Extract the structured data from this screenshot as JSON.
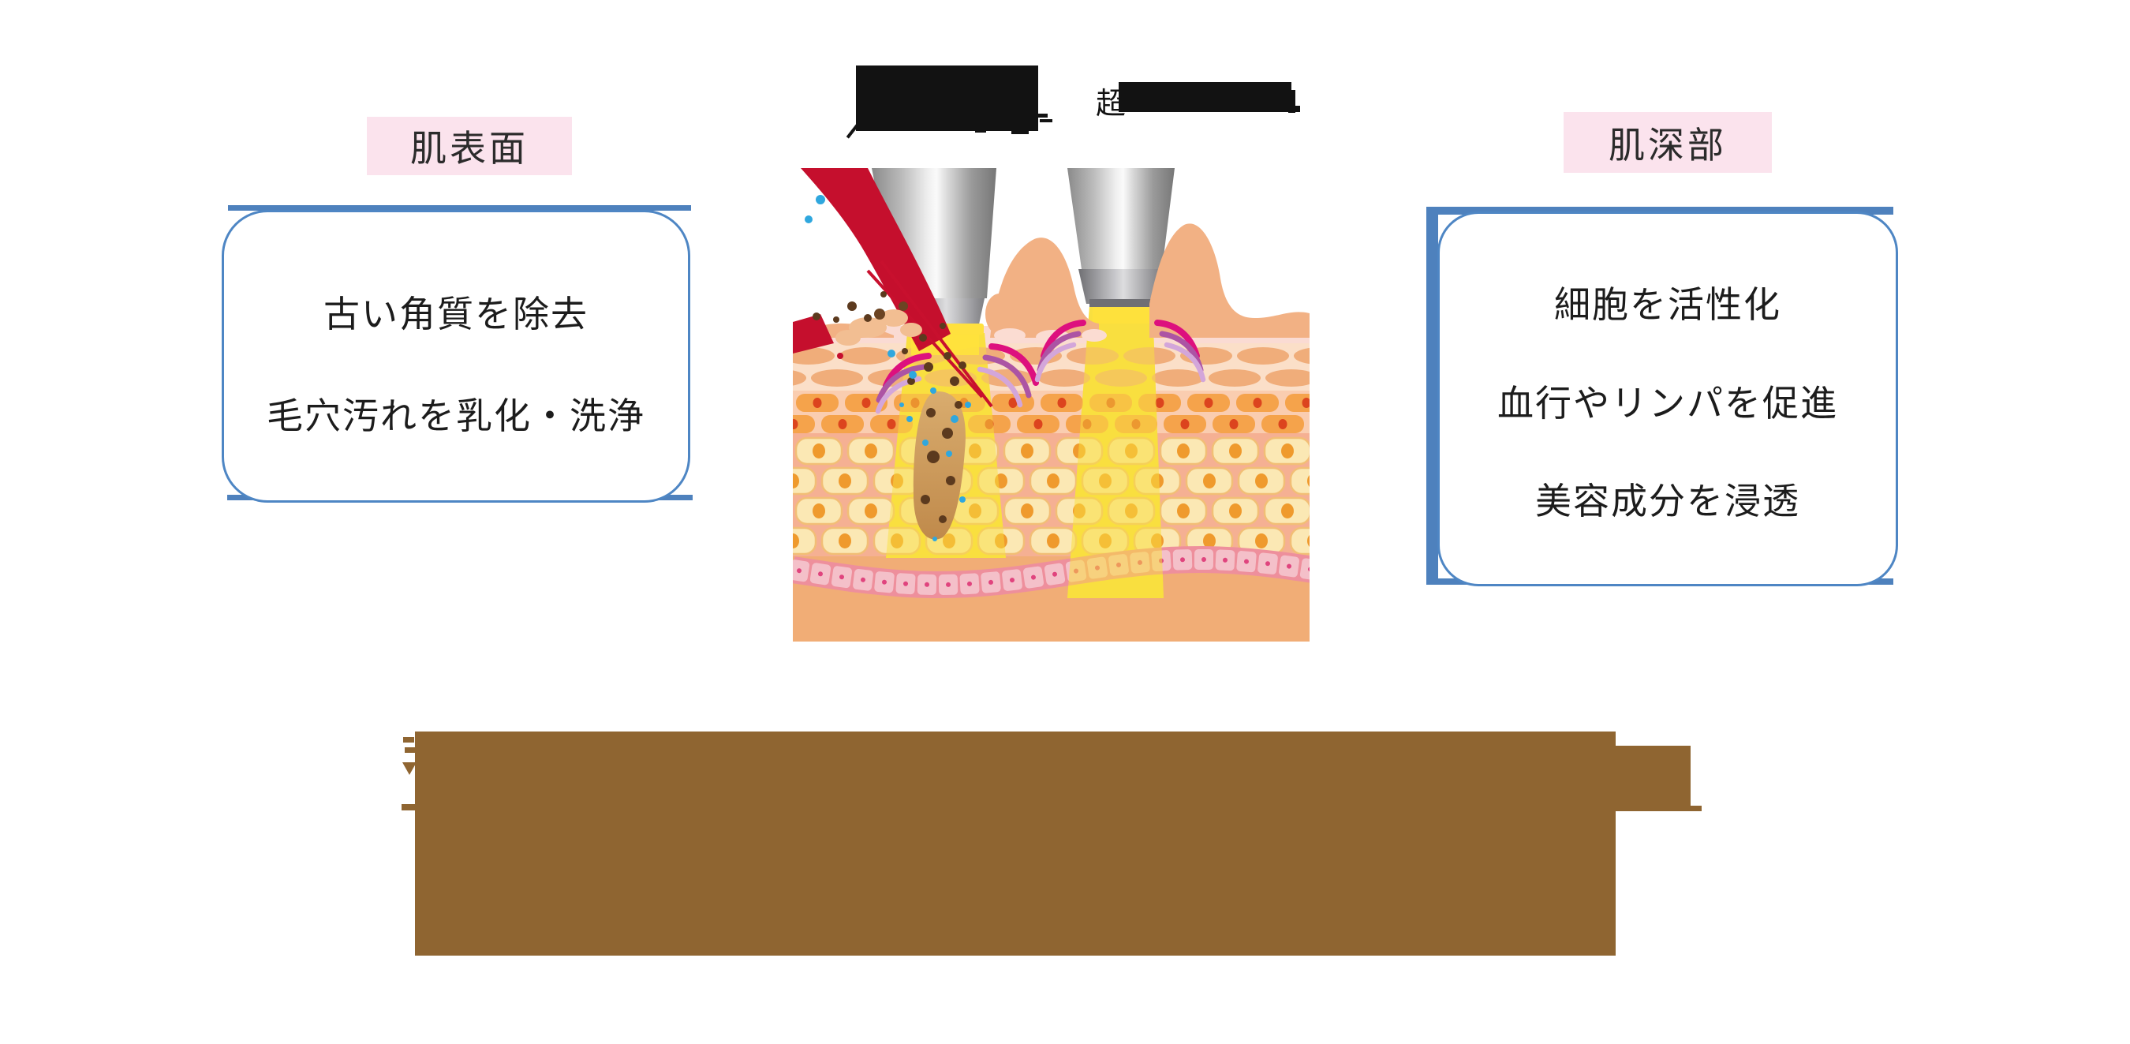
{
  "labels": {
    "skin_surface": "肌表面",
    "skin_deep": "肌深部",
    "device_label_visible_char": "超"
  },
  "surface_panel": {
    "lines": [
      "古い角質を除去",
      "毛穴汚れを乳化・洗浄"
    ]
  },
  "deep_panel": {
    "lines": [
      "細胞を活性化",
      "血行やリンパを促進",
      "美容成分を浸透"
    ]
  },
  "colors": {
    "accent_blue": "#4E81BD",
    "accent_blue_border": "#4E86C4",
    "label_pink_bg": "#FBE3ED",
    "redaction_black": "#121212",
    "redaction_brown": "#8F6531",
    "text_dark": "#1C1C1C",
    "illustration": {
      "base": "#F1AD76",
      "strip": "#FADBD3",
      "scallop": "#FBDCD2",
      "ellipse_band_bg": "#FBDFC8",
      "ellipse_cell": "#F0AD7A",
      "orange_band_bg": "#FACDB0",
      "orange_cell": "#F5A34B",
      "orange_cell_dot": "#DC441E",
      "big_band_bg": "#F5B093",
      "big_cell": "#FBE8B4",
      "big_cell_border": "#F2BE76",
      "big_cell_dot": "#EF9A2D",
      "wave_band": "#EE8F9C",
      "wave_cell": "#F4C0C9",
      "wave_cell_dot": "#E0447E",
      "bump": "#F2B184",
      "beam": "#F9DF3F",
      "beam_bright": "#FFE23C",
      "plate": "#FFE13E",
      "arc_magenta": "#DD107E",
      "arc_purple": "#AC54A4",
      "arc_lavender": "#D3A6DA",
      "red_stream": "#C50F2D",
      "pore_top": "#D9AC6E",
      "pore_bottom": "#C08A4B",
      "dirt": "#5C3A1E",
      "droplet": "#2FA7DE",
      "debris_tan": "#F2BE92"
    }
  }
}
